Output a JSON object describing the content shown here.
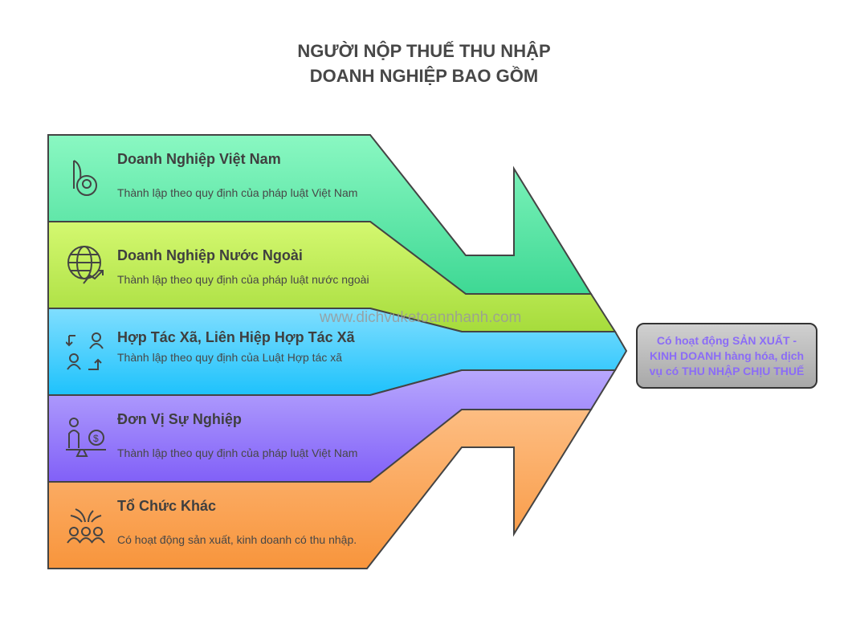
{
  "title": {
    "line1": "NGƯỜI NỘP THUẾ THU NHẬP",
    "line2": "DOANH NGHIỆP BAO GỒM"
  },
  "items": [
    {
      "label": "Doanh Nghiệp Việt Nam",
      "desc": "Thành lập theo quy định của pháp luật Việt Nam",
      "icon": "business-person-icon",
      "color": "#5ee6a6"
    },
    {
      "label": "Doanh Nghiệp Nước Ngoài",
      "desc": "Thành lập theo quy định của pháp luật nước ngoài",
      "icon": "globe-growth-icon",
      "color": "#c0ec5a"
    },
    {
      "label": "Hợp Tác Xã, Liên Hiệp Hợp Tác Xã",
      "desc": "Thành lập theo quy định của Luật Hợp tác xã",
      "icon": "people-exchange-icon",
      "color": "#4fd0fb"
    },
    {
      "label": "Đơn Vị Sự Nghiệp",
      "desc": "Thành lập theo quy định của pháp luật Việt Nam",
      "icon": "person-money-balance-icon",
      "color": "#a58cfb"
    },
    {
      "label": "Tổ Chức Khác",
      "desc": "Có hoạt động sản xuất, kinh doanh có thu nhập.",
      "icon": "group-celebration-icon",
      "color": "#fbaa62"
    }
  ],
  "result": {
    "text": "Có hoạt động SẢN XUẤT - KINH DOANH hàng hóa, dịch vụ có THU NHẬP CHỊU THUẾ"
  },
  "watermark": "www.dichvuketoannhanh.com"
}
